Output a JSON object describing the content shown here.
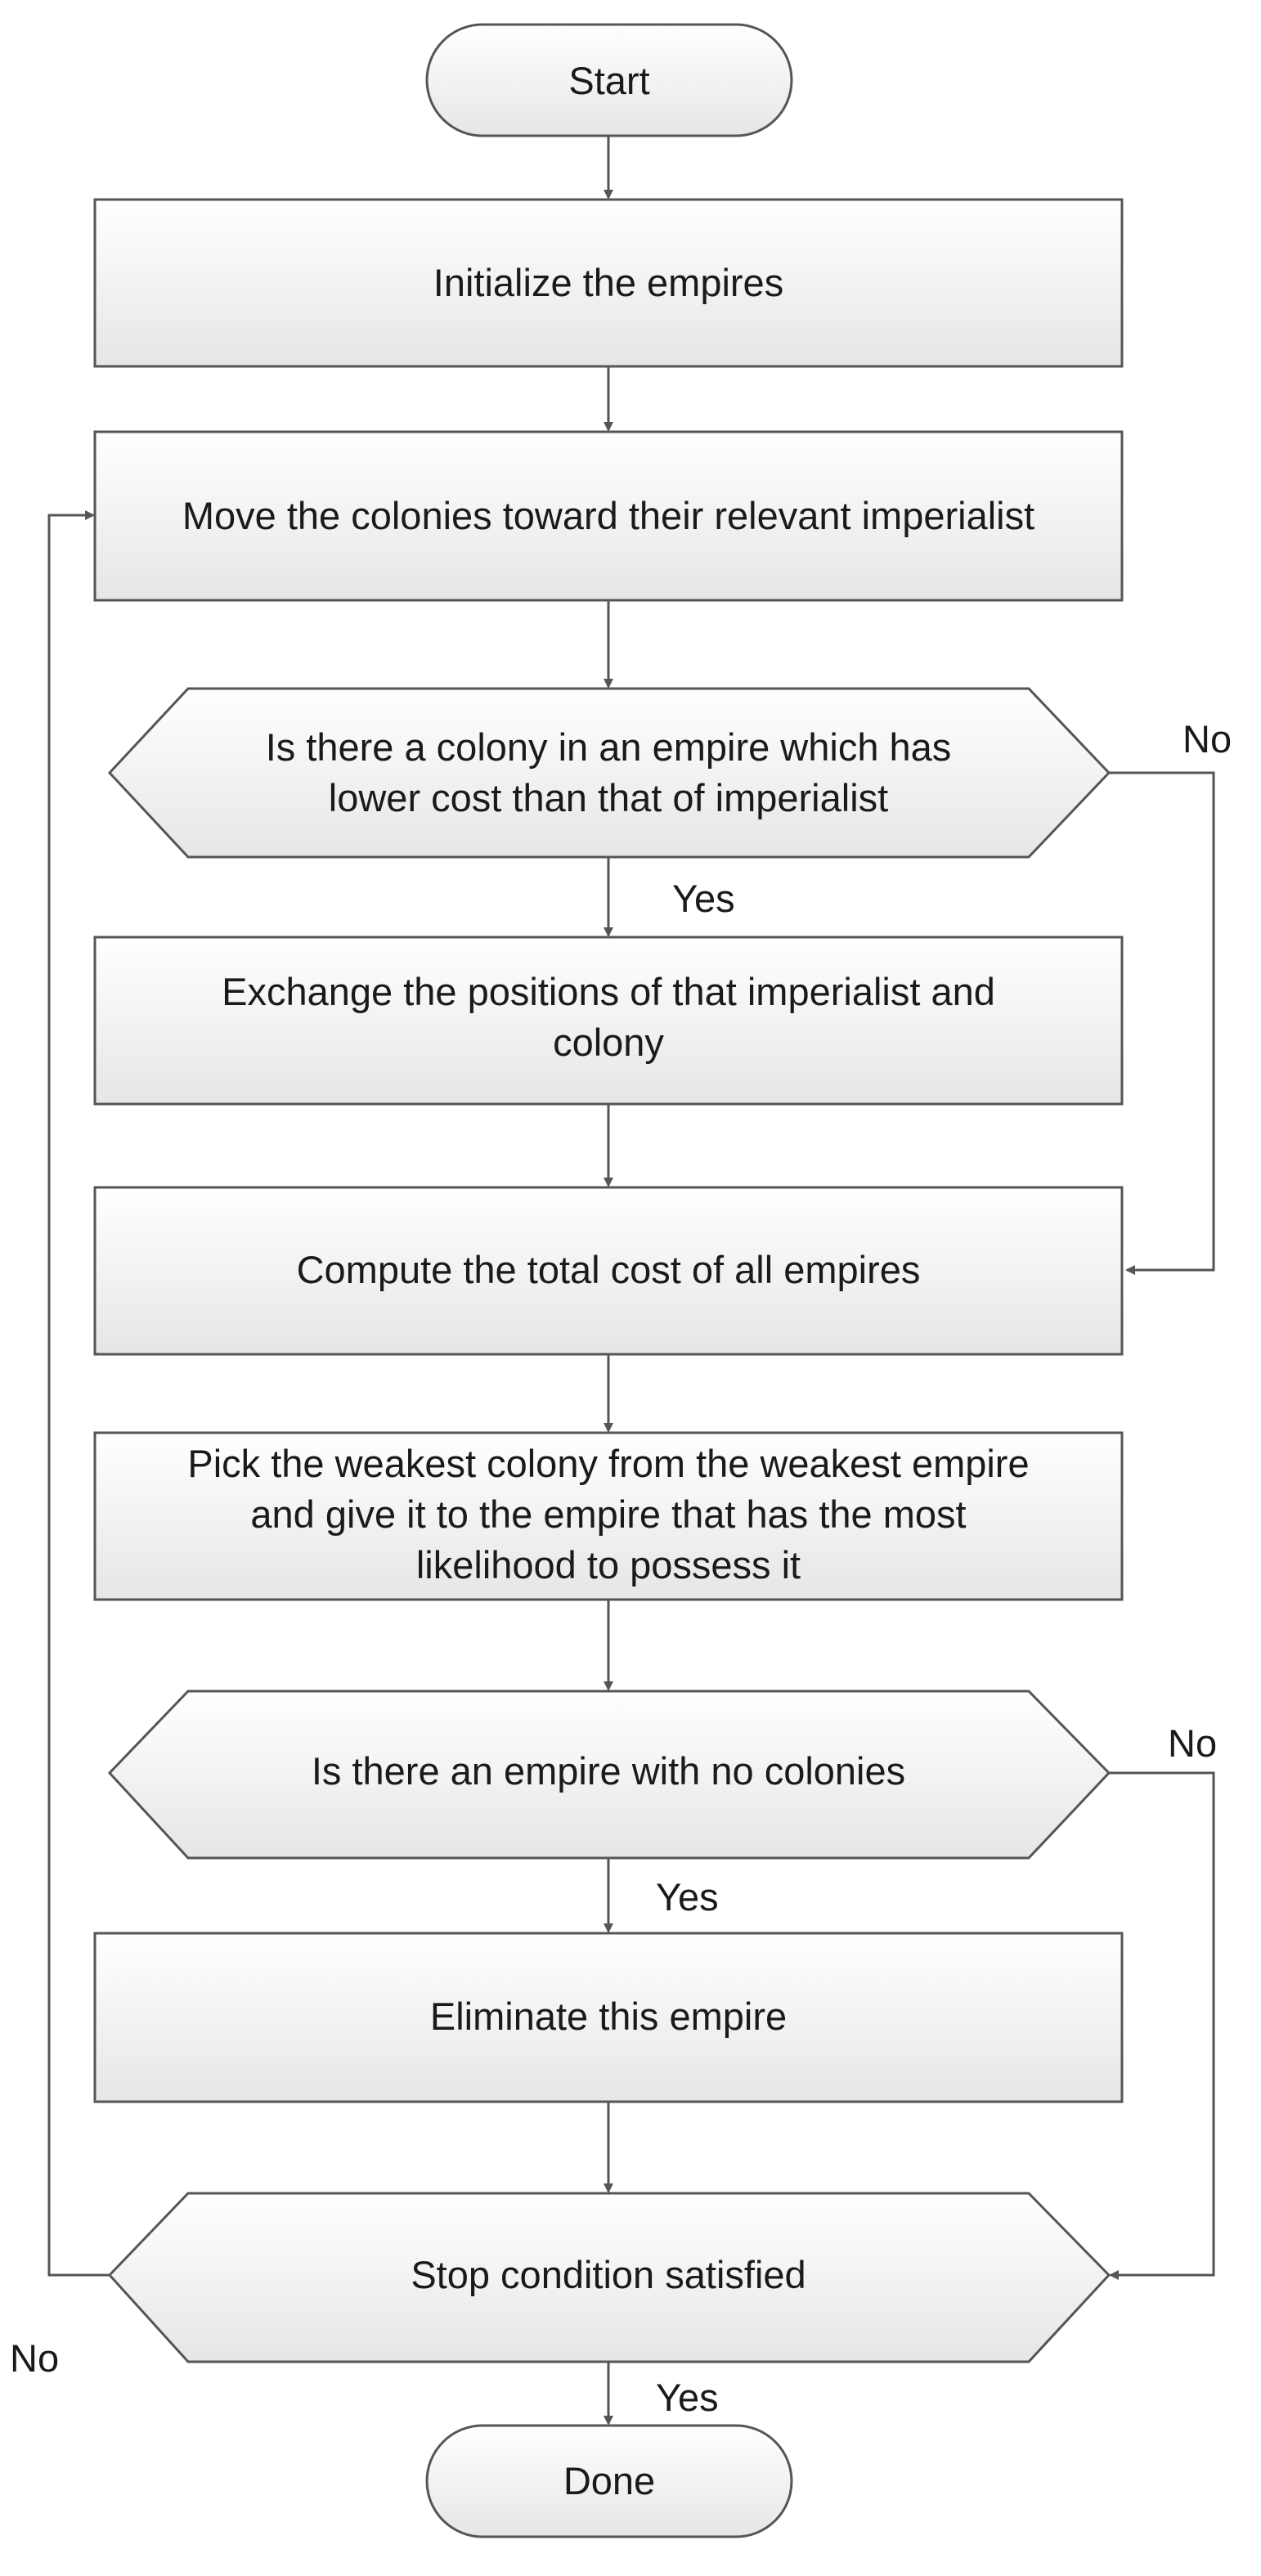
{
  "flowchart": {
    "nodes": {
      "start": {
        "lines": [
          "Start"
        ]
      },
      "init": {
        "lines": [
          "Initialize the empires"
        ]
      },
      "move": {
        "lines": [
          "Move the colonies toward their relevant imperialist"
        ]
      },
      "q_colony": {
        "lines": [
          "Is there a colony in an empire which has",
          "lower cost than that of imperialist"
        ]
      },
      "exchange": {
        "lines": [
          "Exchange the positions of that imperialist and",
          "colony"
        ]
      },
      "compute": {
        "lines": [
          "Compute the total cost of all empires"
        ]
      },
      "pick": {
        "lines": [
          "Pick the weakest colony from the weakest empire",
          "and give it to the empire that has the most",
          "likelihood to possess it"
        ]
      },
      "q_empty": {
        "lines": [
          "Is there an empire with no colonies"
        ]
      },
      "eliminate": {
        "lines": [
          "Eliminate this empire"
        ]
      },
      "q_stop": {
        "lines": [
          "Stop condition satisfied"
        ]
      },
      "done": {
        "lines": [
          "Done"
        ]
      }
    },
    "edge_labels": {
      "q_colony_yes": "Yes",
      "q_colony_no": "No",
      "q_empty_yes": "Yes",
      "q_empty_no": "No",
      "q_stop_yes": "Yes",
      "q_stop_no": "No"
    },
    "colors": {
      "fill_top": "#ffffff",
      "fill_bottom": "#e6e6e6",
      "stroke": "#555555",
      "text": "#1a1a1a"
    }
  }
}
